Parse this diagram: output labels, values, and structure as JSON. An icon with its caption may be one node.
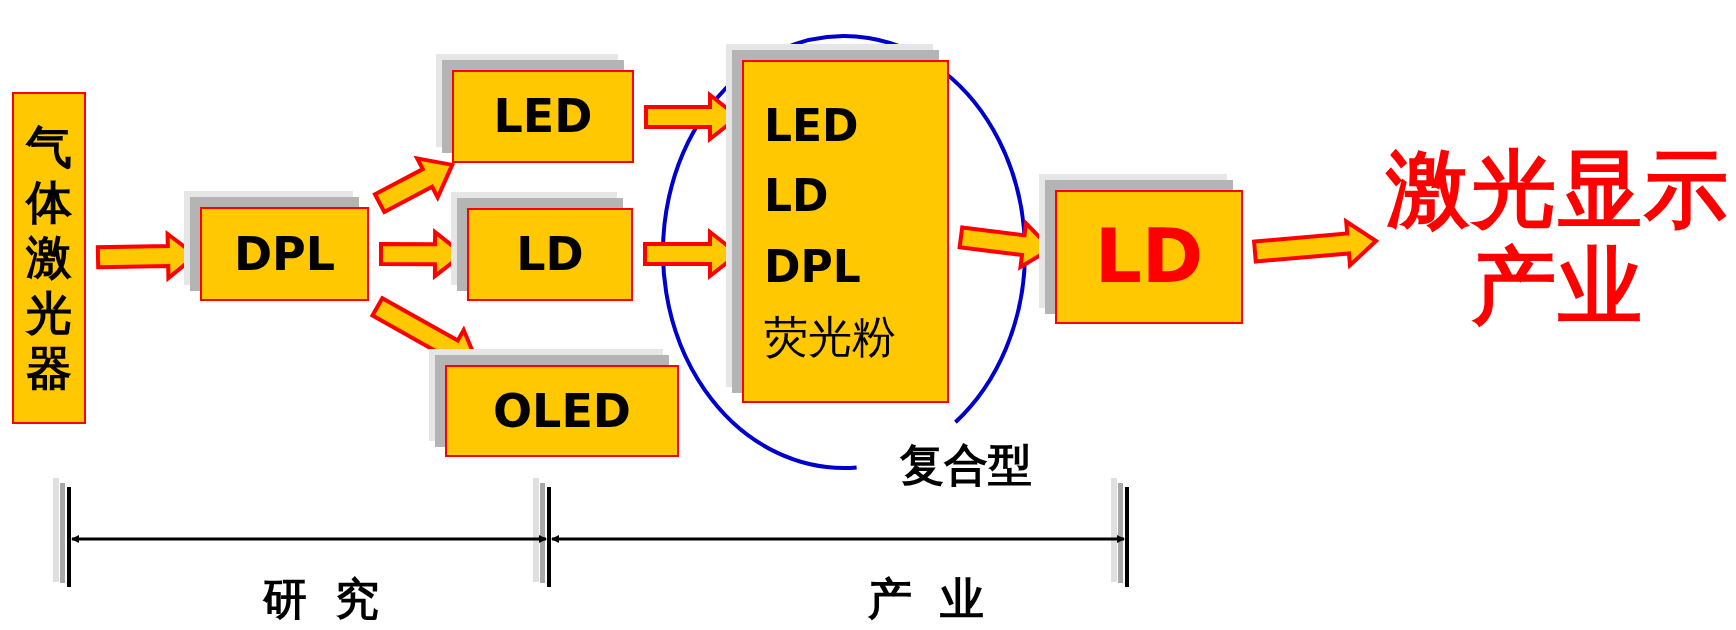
{
  "diagram": {
    "nodes": [
      {
        "text": [
          "气体激光器"
        ]
      },
      {
        "text": [
          "DPL"
        ]
      },
      {
        "text": [
          "LED"
        ]
      },
      {
        "text": [
          "LD"
        ]
      },
      {
        "text": [
          "OLED"
        ]
      },
      {
        "text": [
          "LED",
          "LD",
          "DPL",
          "荧光粉"
        ]
      },
      {
        "text": [
          "LD"
        ]
      },
      {
        "text": [
          "激光显示产业"
        ]
      }
    ],
    "edges": [
      {
        "from": 0,
        "to": 1,
        "arrow": "to"
      },
      {
        "from": 1,
        "to": 2,
        "arrow": "to"
      },
      {
        "from": 1,
        "to": 3,
        "arrow": "to"
      },
      {
        "from": 1,
        "to": 4,
        "arrow": "to"
      },
      {
        "from": 2,
        "to": 5,
        "arrow": "to"
      },
      {
        "from": 3,
        "to": 5,
        "arrow": "to"
      },
      {
        "from": 5,
        "to": 6,
        "arrow": "to"
      },
      {
        "from": 6,
        "to": 7,
        "arrow": "to"
      }
    ],
    "labels": [
      "复合型",
      "研究",
      "产业"
    ]
  }
}
